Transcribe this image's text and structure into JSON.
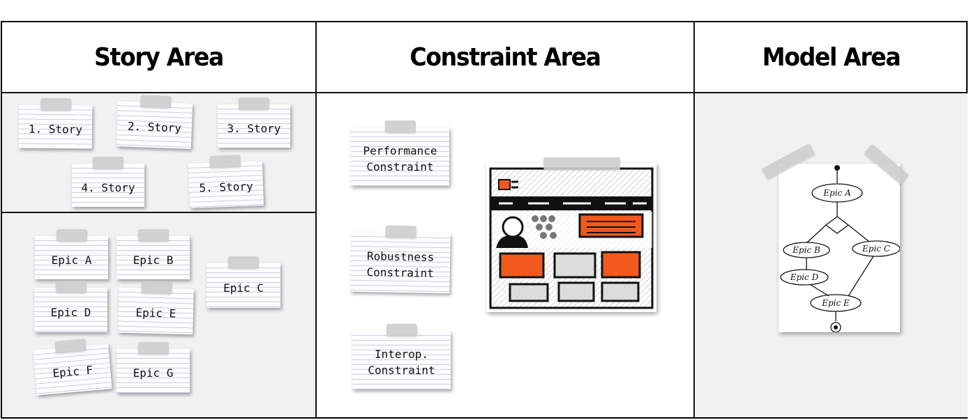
{
  "columns": [
    {
      "title": "Story Area"
    },
    {
      "title": "Constraint Area"
    },
    {
      "title": "Model Area"
    }
  ],
  "stories": [
    "1. Story",
    "2. Story",
    "3. Story",
    "4. Story",
    "5. Story"
  ],
  "epics": [
    "Epic A",
    "Epic B",
    "Epic C",
    "Epic D",
    "Epic E",
    "Epic F",
    "Epic G"
  ],
  "constraints": [
    "Performance\nConstraint",
    "Robustness\nConstraint",
    "Interop.\nConstraint"
  ],
  "model": {
    "nodes": [
      "Epic A",
      "Epic B",
      "Epic C",
      "Epic D",
      "Epic E"
    ]
  },
  "colors": {
    "accent": "#f25a1d",
    "zone": "#f1f1f1"
  }
}
